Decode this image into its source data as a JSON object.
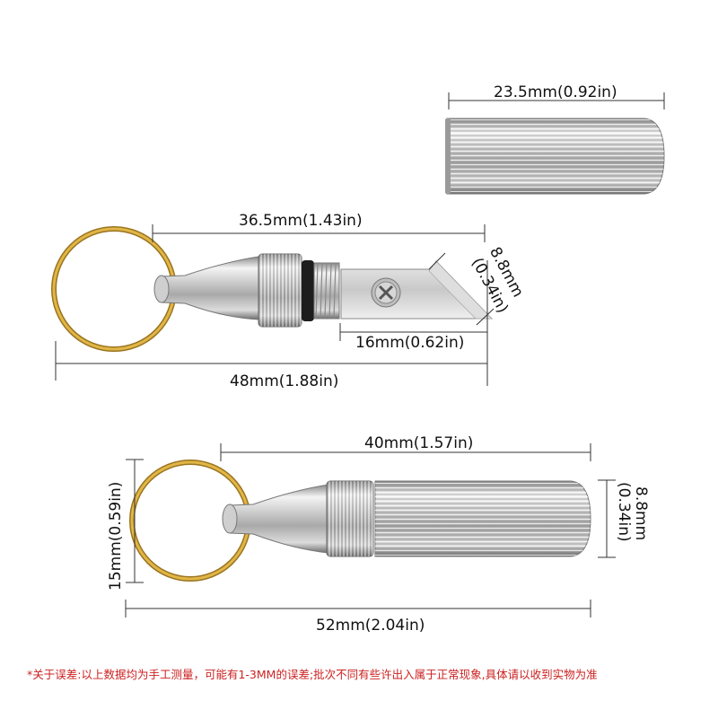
{
  "dimensions": {
    "cap_length": "23.5mm(0.92in)",
    "knife_body_length": "36.5mm(1.43in)",
    "blade_width_mm": "8.8mm",
    "blade_width_in": "(0.34in)",
    "blade_length": "16mm(0.62in)",
    "knife_total_length": "48mm(1.88in)",
    "closed_body_length": "40mm(1.57in)",
    "closed_diameter_mm": "8.8mm",
    "closed_diameter_in": "(0.34in)",
    "ring_diameter": "15mm(0.59in)",
    "closed_total_length": "52mm(2.04in)"
  },
  "note": "*关于误差:以上数据均为手工测量，可能有1-3MM的误差;批次不同有些许出入属于正常现象,具体请以收到实物为准",
  "colors": {
    "ring": "#d4a437",
    "ring_dark": "#9a7420",
    "metal_light": "#f2f2f2",
    "metal_mid": "#c8c8c8",
    "metal_dark": "#7a7a7a",
    "note": "#cc2222",
    "lines": "#333333"
  }
}
